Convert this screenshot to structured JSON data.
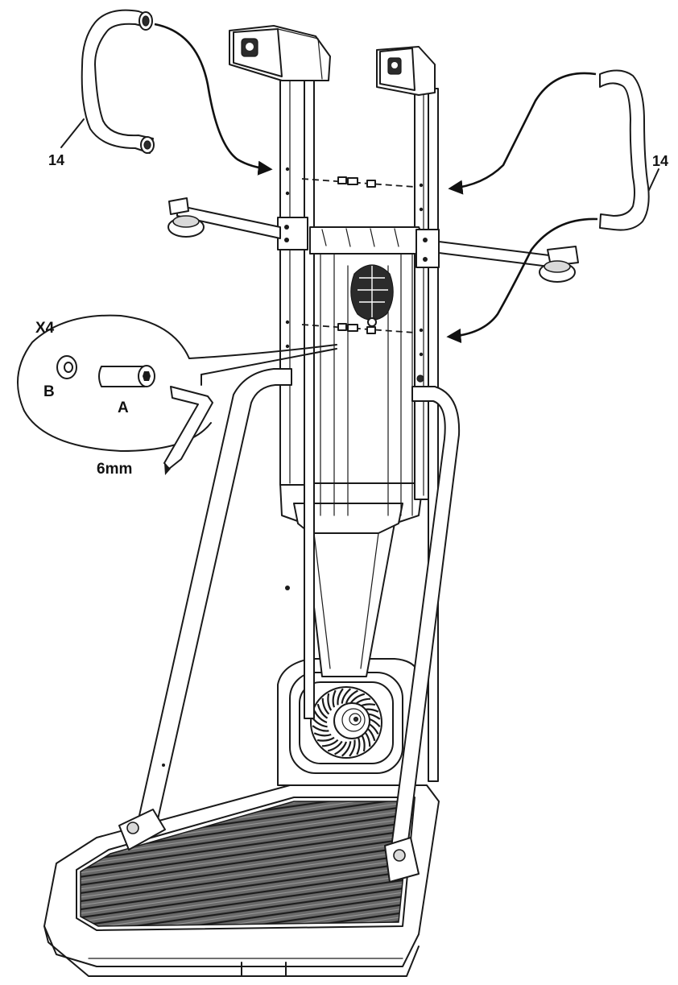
{
  "labels": {
    "left_handlebar_part": "14",
    "right_handlebar_part": "14",
    "quantity": "X4",
    "washer": "B",
    "bolt": "A",
    "wrench_size": "6mm"
  }
}
